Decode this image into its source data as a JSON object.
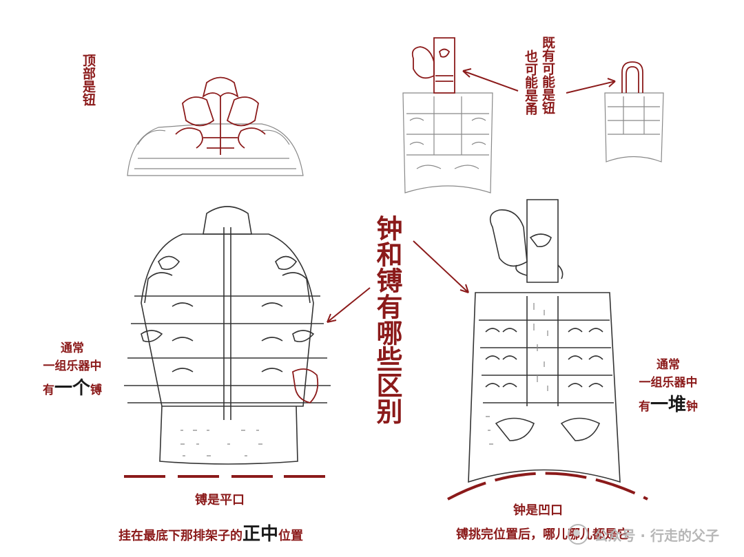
{
  "title": "钟和镈有哪些区别",
  "top_left_note": "顶部是钮",
  "top_middle_note_a": "既有可能是钮",
  "top_middle_note_b": "也可能是甬",
  "bo": {
    "note_line1": "通常",
    "note_line2": "一组乐器中",
    "note_prefix": "有",
    "note_emph": "一个",
    "note_suffix": "镈",
    "mouth_caption": "镈是平口",
    "position_prefix": "挂在最底下那排架子的",
    "position_emph": "正中",
    "position_suffix": "位置"
  },
  "zhong": {
    "note_line1": "通常",
    "note_line2": "一组乐器中",
    "note_prefix": "有",
    "note_emph": "一堆",
    "note_suffix": "钟",
    "mouth_caption": "钟是凹口",
    "position_caption": "镈挑完位置后，哪儿哪儿都是它"
  },
  "watermark": {
    "text": "公众号 · 行走的父子"
  },
  "colors": {
    "accent": "#8b1a1a",
    "ink": "#333333"
  }
}
